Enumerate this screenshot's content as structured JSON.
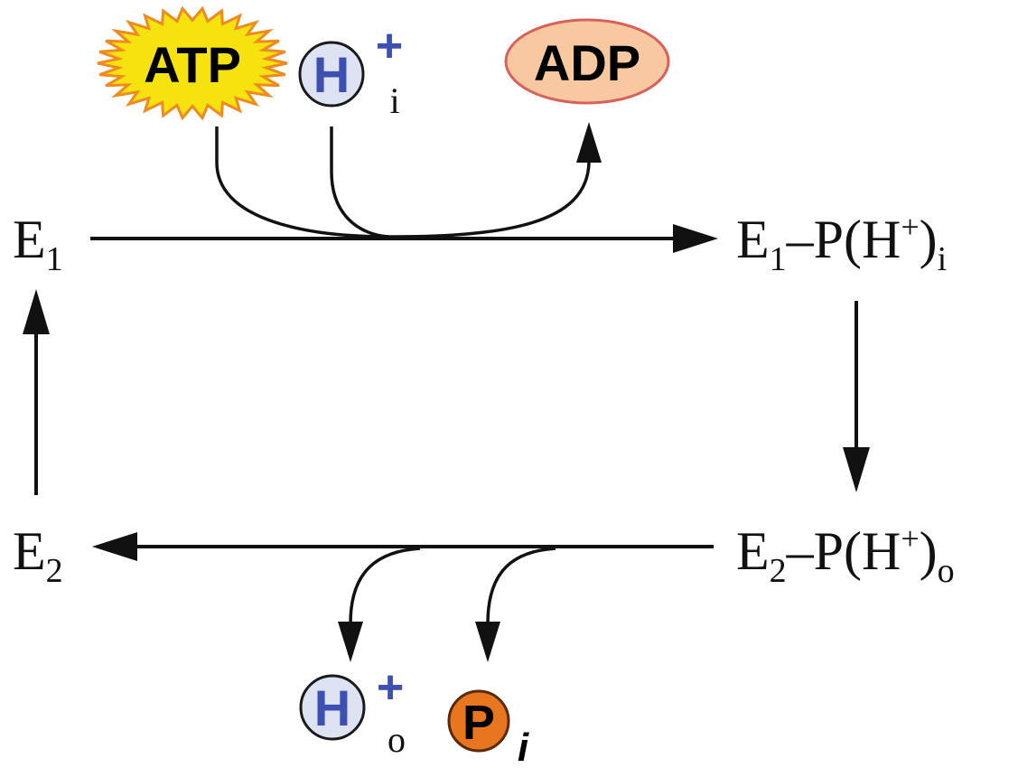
{
  "states": {
    "e1": {
      "main": "E",
      "sub": "1"
    },
    "e2": {
      "main": "E",
      "sub": "2"
    },
    "e1p": {
      "e": "E",
      "sub": "1",
      "mid": "–P(H",
      "sup": "+",
      "close": ")",
      "loc": "i"
    },
    "e2p": {
      "e": "E",
      "sub": "2",
      "mid": "–P(H",
      "sup": "+",
      "close": ")",
      "loc": "o"
    }
  },
  "molecules": {
    "atp": {
      "label": "ATP",
      "fill": "#f5e20f",
      "ring": "#f08a1e"
    },
    "adp": {
      "label": "ADP",
      "fill": "#f8c9a0",
      "stroke": "#d9615b"
    },
    "h_in": {
      "letter": "H",
      "charge": "+",
      "loc": "i",
      "fill": "#dde3f3"
    },
    "h_out": {
      "letter": "H",
      "charge": "+",
      "loc": "o",
      "fill": "#dde3f3"
    },
    "pi": {
      "letter": "P",
      "sub": "i",
      "fill": "#e8761e",
      "stroke": "#5a2a08"
    }
  },
  "colors": {
    "arrow": "#111111",
    "proton_text": "#3d4fb0"
  }
}
